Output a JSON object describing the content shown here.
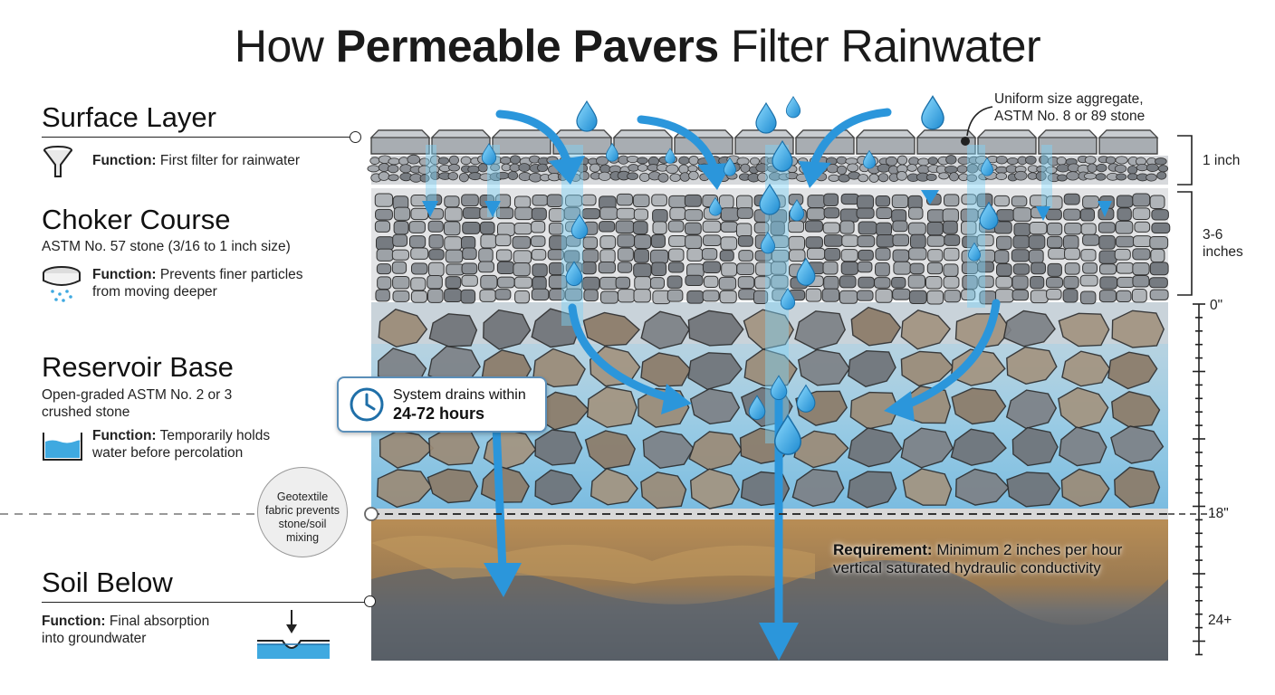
{
  "title": {
    "normal_before": "How ",
    "bold": "Permeable Pavers",
    "normal_after": " Filter Rainwater"
  },
  "layers": {
    "surface": {
      "title": "Surface Layer",
      "function_label": "Function:",
      "function_text": "First filter for rainwater",
      "icon": "funnel-icon"
    },
    "choker": {
      "title": "Choker Course",
      "subtitle": "ASTM No. 57 stone (3/16 to 1 inch size)",
      "function_label": "Function:",
      "function_text_1": "Prevents finer particles",
      "function_text_2": "from moving deeper",
      "icon": "sieve-icon"
    },
    "reservoir": {
      "title": "Reservoir Base",
      "subtitle_1": "Open-graded ASTM No. 2 or 3",
      "subtitle_2": "crushed stone",
      "function_label": "Function:",
      "function_text_1": "Temporarily holds",
      "function_text_2": "water before percolation",
      "icon": "water-tank-icon"
    },
    "soil": {
      "title": "Soil Below",
      "function_label": "Function:",
      "function_text_1": "Final absorption",
      "function_text_2": "into groundwater",
      "icon": "groundwater-icon"
    }
  },
  "callouts": {
    "drain_time": {
      "line1": "System drains within",
      "line2": "24-72 hours",
      "icon": "clock-icon"
    },
    "geotextile": {
      "line1": "Geotextile",
      "line2": "fabric prevents",
      "line3": "stone/soil",
      "line4": "mixing"
    },
    "aggregate": {
      "line1": "Uniform size aggregate,",
      "line2": "ASTM No. 8 or 89 stone"
    },
    "requirement": {
      "label": "Requirement:",
      "text_1": "Minimum 2 inches per hour",
      "text_2": "vertical saturated hydraulic conductivity"
    }
  },
  "measurements": {
    "surface_depth": "1 inch",
    "choker_depth_1": "3-6",
    "choker_depth_2": "inches",
    "ruler_top": "0\"",
    "ruler_mid": "18\"",
    "ruler_bottom": "24+"
  },
  "colors": {
    "water": "#3fa9e0",
    "water_dark": "#1f7fc0",
    "stone_gray": "#8a8f95",
    "stone_brown": "#8c7b68",
    "soil": "#a07a4a",
    "bedrock": "#5a6068",
    "callout_border": "#5b8fb9"
  }
}
